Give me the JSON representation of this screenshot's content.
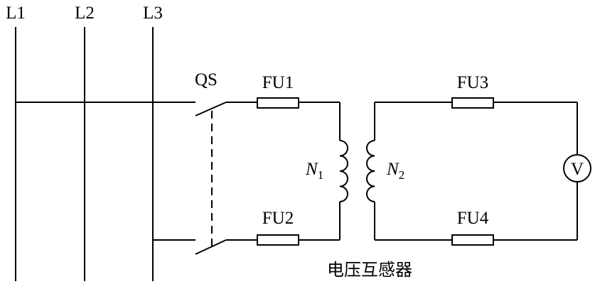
{
  "lines": {
    "l1": "L1",
    "l2": "L2",
    "l3": "L3"
  },
  "switch": {
    "label": "QS"
  },
  "fuses": {
    "fu1": "FU1",
    "fu2": "FU2",
    "fu3": "FU3",
    "fu4": "FU4"
  },
  "windings": {
    "primary": {
      "symbol": "N",
      "sub": "1"
    },
    "secondary": {
      "symbol": "N",
      "sub": "2"
    }
  },
  "meter": {
    "symbol": "V"
  },
  "caption": "电压互感器"
}
